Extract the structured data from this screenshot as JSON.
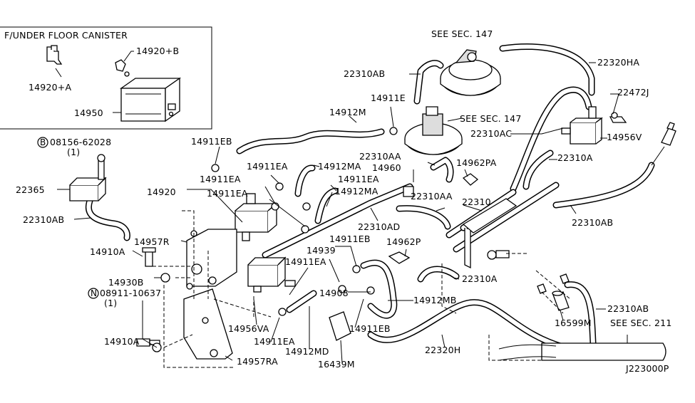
{
  "inset": {
    "title": "F/UNDER FLOOR CANISTER",
    "labels": [
      "14920+B",
      "14920+A",
      "14950"
    ]
  },
  "notes": {
    "sec147a": "SEE SEC. 147",
    "sec147b": "SEE SEC. 147",
    "sec211": "SEE SEC. 211",
    "bolt_b_code": "08156-62028",
    "bolt_b_qty": "(1)",
    "nut_n_code": "08911-10637",
    "nut_n_qty": "(1)",
    "diagram_id": "J223000P"
  },
  "labels": {
    "l22320HA": "22320HA",
    "l22310AB_top": "22310AB",
    "l22472J": "22472J",
    "l14911E": "14911E",
    "l14912M": "14912M",
    "l22310AC": "22310AC",
    "l14956V": "14956V",
    "l14911EB_a": "14911EB",
    "l22310AA_a": "22310AA",
    "l14960": "14960",
    "l22310A_a": "22310A",
    "l14911EA_a": "14911EA",
    "l14912MA_a": "14912MA",
    "l14962PA": "14962PA",
    "l22365": "22365",
    "l14911EA_b": "14911EA",
    "l14911EA_c": "14911EA",
    "l14912MA_b": "14912MA",
    "l14920": "14920",
    "l14911EA_d": "14911EA",
    "l22310AA_b": "22310AA",
    "l22310": "22310",
    "l22310AB_left": "22310AB",
    "l22310AD": "22310AD",
    "l22310AB_right": "22310AB",
    "l14957R": "14957R",
    "l14911EB_b": "14911EB",
    "l14910A_a": "14910A",
    "l14939": "14939",
    "l14962P": "14962P",
    "l14911EA_e": "14911EA",
    "l22310A_b": "22310A",
    "l14930B": "14930B",
    "l14908": "14908",
    "l14912MB": "14912MB",
    "l22310AB_br": "22310AB",
    "l14956VA": "14956VA",
    "l16599M": "16599M",
    "l14911EB_c": "14911EB",
    "l22320H": "22320H",
    "l14910A_b": "14910A",
    "l14911EA_f": "14911EA",
    "l14912MD": "14912MD",
    "l14957RA": "14957RA",
    "l16439M": "16439M"
  }
}
